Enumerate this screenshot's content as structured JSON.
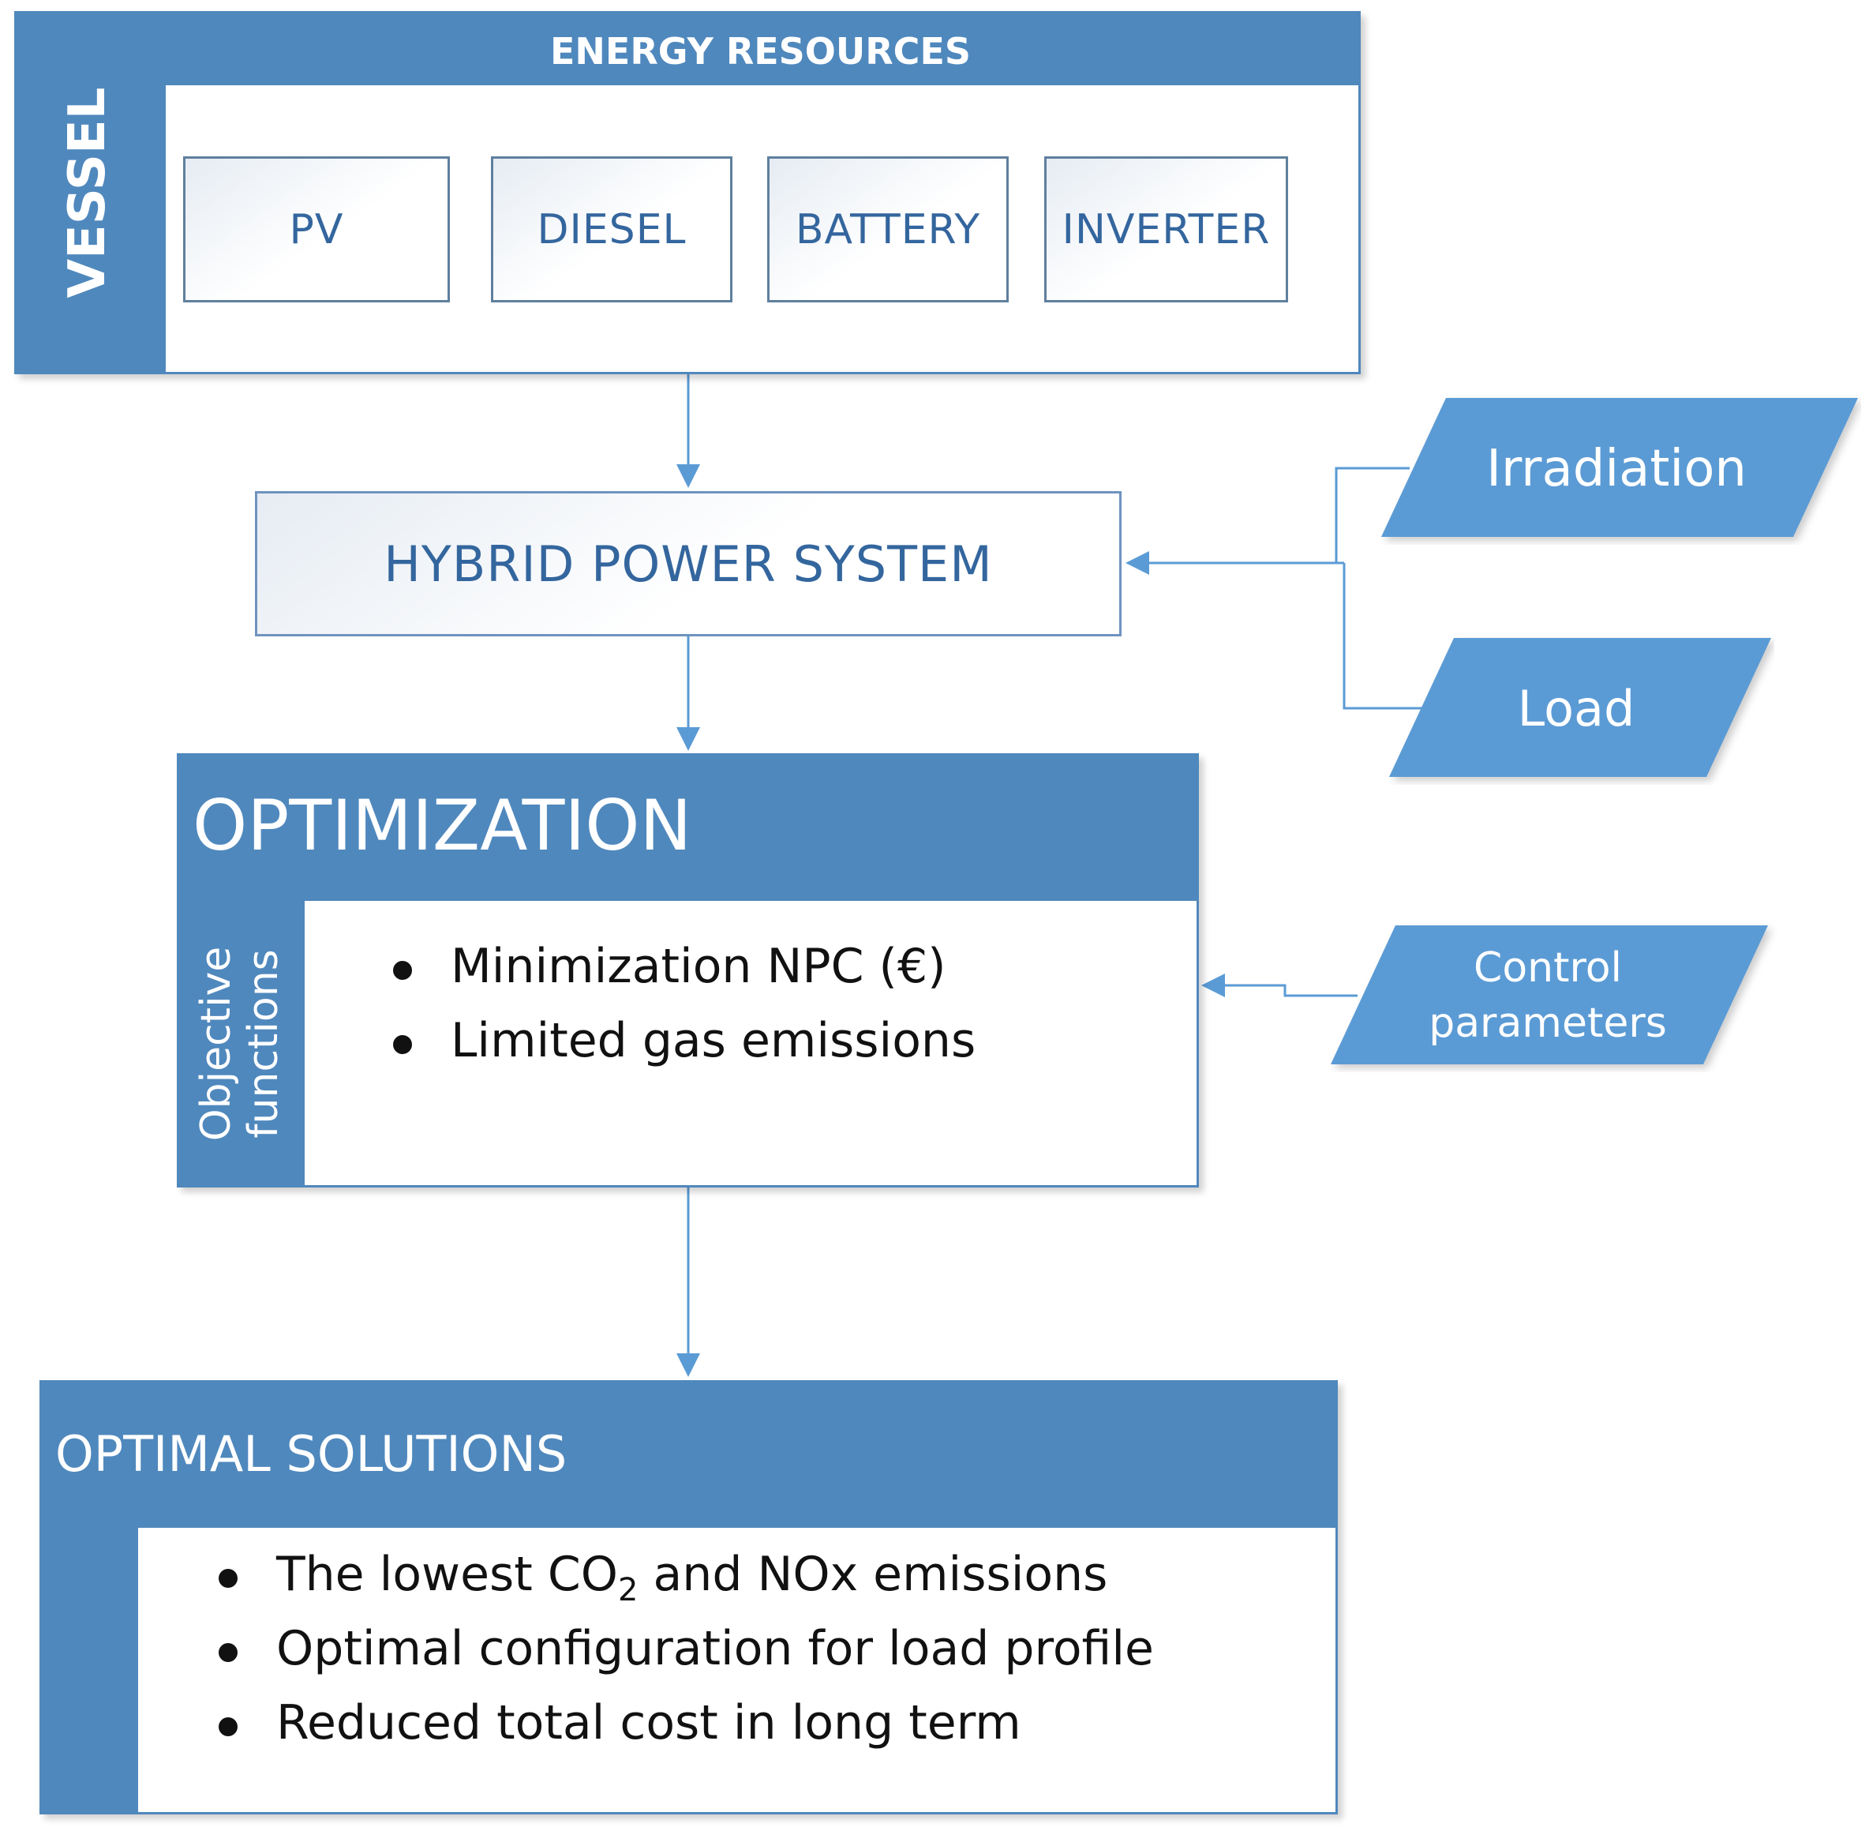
{
  "colors": {
    "primary_blue": "#4f88bd",
    "para_blue": "#5b9bd5",
    "arrow_blue": "#5b9bd5",
    "component_text": "#34669e"
  },
  "vessel": {
    "side_label": "VESSEL",
    "header": "ENERGY RESOURCES",
    "components": [
      "PV",
      "DIESEL",
      "BATTERY",
      "INVERTER"
    ]
  },
  "hybrid": {
    "label": "HYBRID POWER SYSTEM"
  },
  "inputs": {
    "irradiation": "Irradiation",
    "load": "Load",
    "control_line1": "Control",
    "control_line2": "parameters"
  },
  "optimization": {
    "title": "OPTIMIZATION",
    "side_line1": "Objective",
    "side_line2": "functions",
    "bullets": [
      "Minimization NPC (€)",
      "Limited gas emissions"
    ]
  },
  "solutions": {
    "title": "OPTIMAL SOLUTIONS",
    "bullet1_pre": "The lowest CO",
    "bullet1_sub": "2",
    "bullet1_post": " and NOx emissions",
    "bullet2": "Optimal configuration for load profile",
    "bullet3": "Reduced total cost in long term"
  }
}
